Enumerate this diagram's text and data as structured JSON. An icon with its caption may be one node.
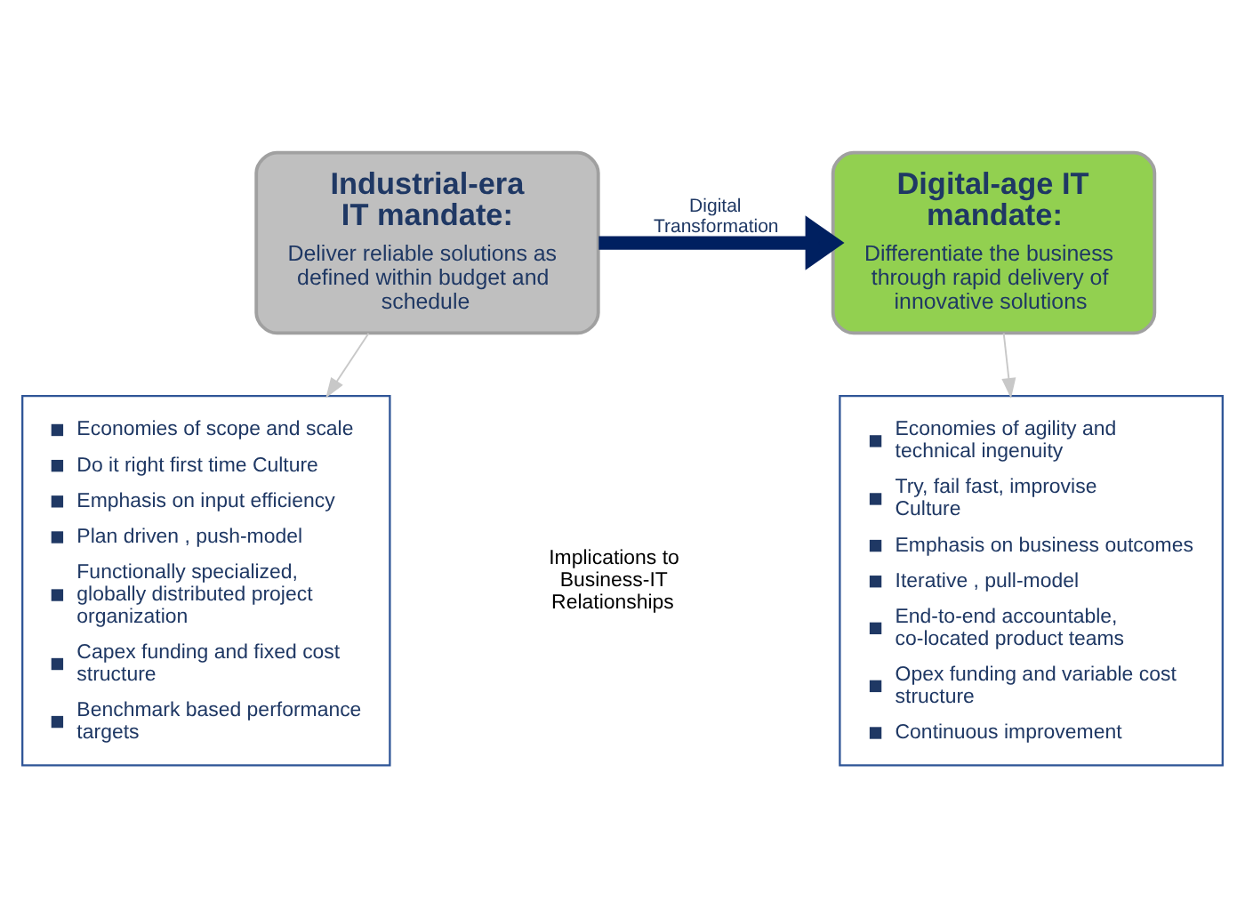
{
  "diagram": {
    "nodes": [
      {
        "text": [
          "Industrial-era IT mandate:",
          "Deliver reliable solutions as defined within budget and schedule"
        ]
      },
      {
        "text": [
          "Digital-age IT mandate:",
          "Differentiate the business through rapid delivery of innovative solutions"
        ]
      },
      {
        "text": [
          "Economies of scope and scale",
          "Do it right first time Culture",
          "Emphasis on input efficiency",
          "Plan driven , push-model",
          "Functionally specialized, globally distributed project organization",
          "Capex funding and fixed cost structure",
          "Benchmark based performance targets"
        ]
      },
      {
        "text": [
          "Economies of agility and technical ingenuity",
          "Try, fail fast, improvise Culture",
          "Emphasis on business outcomes",
          "Iterative , pull-model",
          "End-to-end accountable, co-located product teams",
          "Opex funding and variable cost structure",
          "Continuous improvement"
        ]
      }
    ],
    "edges": [
      {
        "from": 0,
        "to": 1,
        "arrow": "to",
        "label": "Digital Transformation",
        "style": "thick",
        "color": "#002060"
      },
      {
        "from": 0,
        "to": 2,
        "arrow": "to"
      },
      {
        "from": 1,
        "to": 3,
        "arrow": "to"
      }
    ],
    "labels": [
      "Implications to Business-IT Relationships"
    ]
  }
}
